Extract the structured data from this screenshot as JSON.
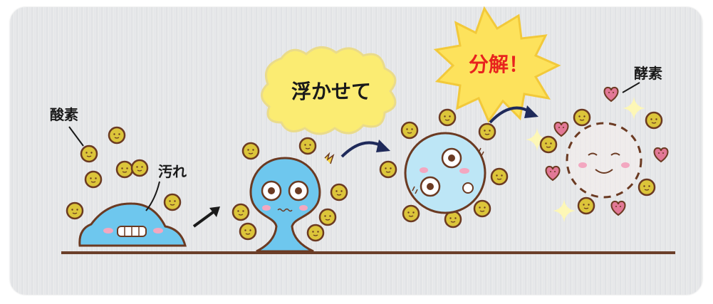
{
  "labels": {
    "oxygen": "酸素",
    "dirt": "汚れ",
    "lift": "浮かせて",
    "decompose": "分解！",
    "enzyme": "酵素"
  },
  "colors": {
    "background": "#e4e5e7",
    "floor": "#6b3f2a",
    "water_drop": "#6ec7ee",
    "outline": "#6b3a22",
    "oxygen_ball": "#d8c23a",
    "burst_fill": "#fcec6a",
    "burst_text_red": "#e8231e",
    "heart": "#e27896"
  }
}
